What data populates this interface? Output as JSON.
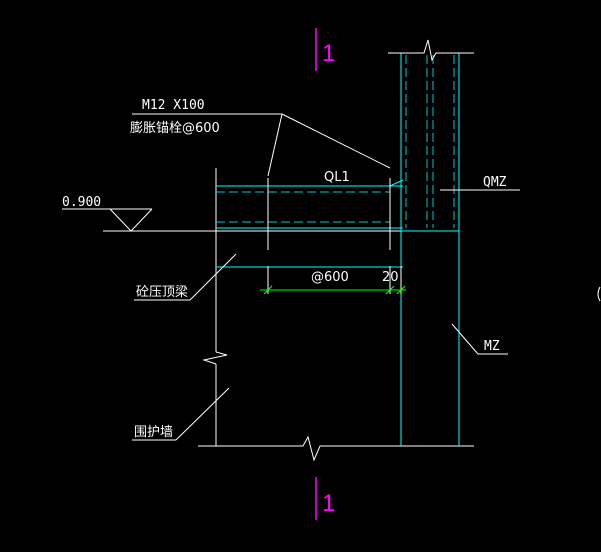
{
  "colors": {
    "background": "#000000",
    "white": "#ffffff",
    "cyan": "#00ffff",
    "green": "#00ff00",
    "magenta": "#ff00ff",
    "hidden": "#00c8c8"
  },
  "section_mark": {
    "top_label": "1",
    "bottom_label": "1"
  },
  "labels": {
    "anchor_bolt_spec": "M12 X100",
    "anchor_bolt_name": "膨胀锚栓@600",
    "elevation": "0.900",
    "beam_id": "QL1",
    "column_qmz": "QMZ",
    "column_mz": "MZ",
    "top_beam": "砼压顶梁",
    "enclosure_wall": "围护墙",
    "dim_spacing": "@600",
    "dim_edge": "20"
  },
  "icons": {
    "elevation_marker": "elevation-triangle-icon",
    "break_line": "break-line-icon",
    "section_cut": "section-cut-icon"
  }
}
